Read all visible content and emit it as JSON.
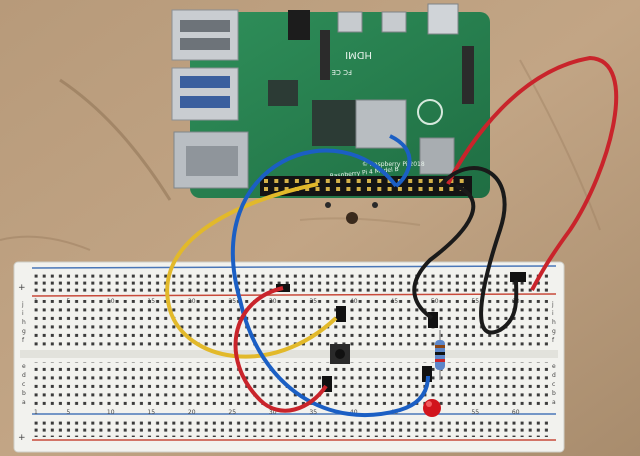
{
  "pi_board": {
    "hdmi_label": "HDMI",
    "model_label": "Raspberry Pi 4 Model B",
    "copyright_label": "© Raspberry Pi 2018",
    "fcc_label": "FC CE"
  },
  "breadboard": {
    "rail_top_left": "+",
    "rail_bottom_left": "+",
    "row_letters_left": [
      "j",
      "i",
      "h",
      "g",
      "f",
      "e",
      "d",
      "c",
      "b",
      "a"
    ],
    "row_letters_right": [
      "j",
      "i",
      "h",
      "g",
      "f",
      "e",
      "d",
      "c",
      "b",
      "a"
    ],
    "column_numbers": [
      "1",
      "5",
      "10",
      "15",
      "20",
      "25",
      "30",
      "35",
      "40",
      "45",
      "50",
      "55",
      "60"
    ]
  },
  "components": {
    "led_color": "red",
    "wire_colors": {
      "yellow": "#e2b92a",
      "blue": "#1b5fc4",
      "red": "#c9242b",
      "black": "#1a1a1a"
    }
  }
}
